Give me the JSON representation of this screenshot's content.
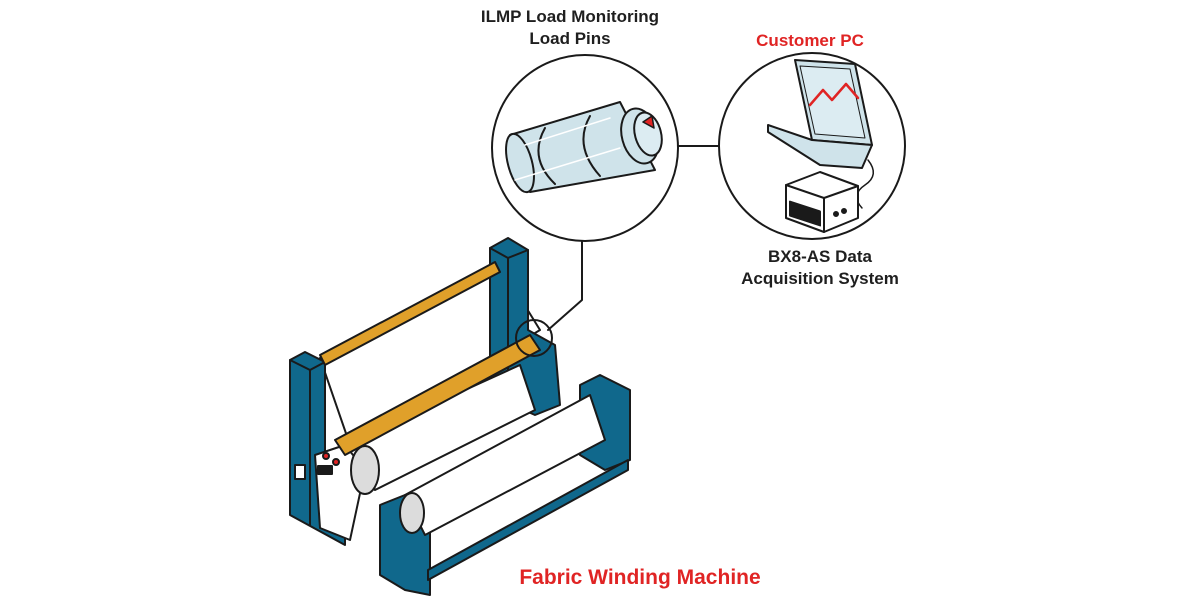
{
  "title": "Fabric Winding Machine Load Monitoring Diagram",
  "labels": {
    "load_pins": [
      "ILMP Load Monitoring",
      "Load Pins"
    ],
    "customer_pc": "Customer PC",
    "daq": [
      "BX8-AS Data",
      "Acquisition System"
    ],
    "machine": "Fabric Winding Machine"
  },
  "colors": {
    "frame_blue": "#10688c",
    "roller_gold": "#e0a02a",
    "pin_light_blue": "#cfe3ea",
    "accent_red": "#e02424",
    "outline": "#1a1a1a",
    "label_dark": "#1f1f1f"
  }
}
